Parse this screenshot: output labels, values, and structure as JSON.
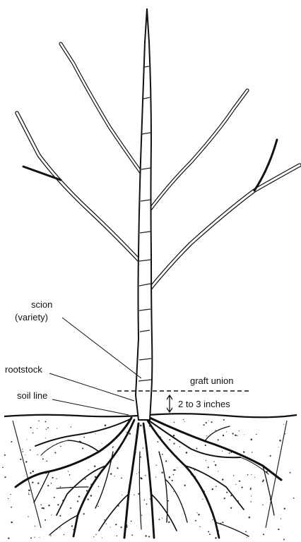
{
  "labels": {
    "scion": "scion",
    "variety": "(variety)",
    "rootstock": "rootstock",
    "soil_line": "soil line",
    "graft_union": "graft union",
    "depth": "2 to 3 inches"
  },
  "colors": {
    "ink": "#111111",
    "background": "#ffffff"
  }
}
